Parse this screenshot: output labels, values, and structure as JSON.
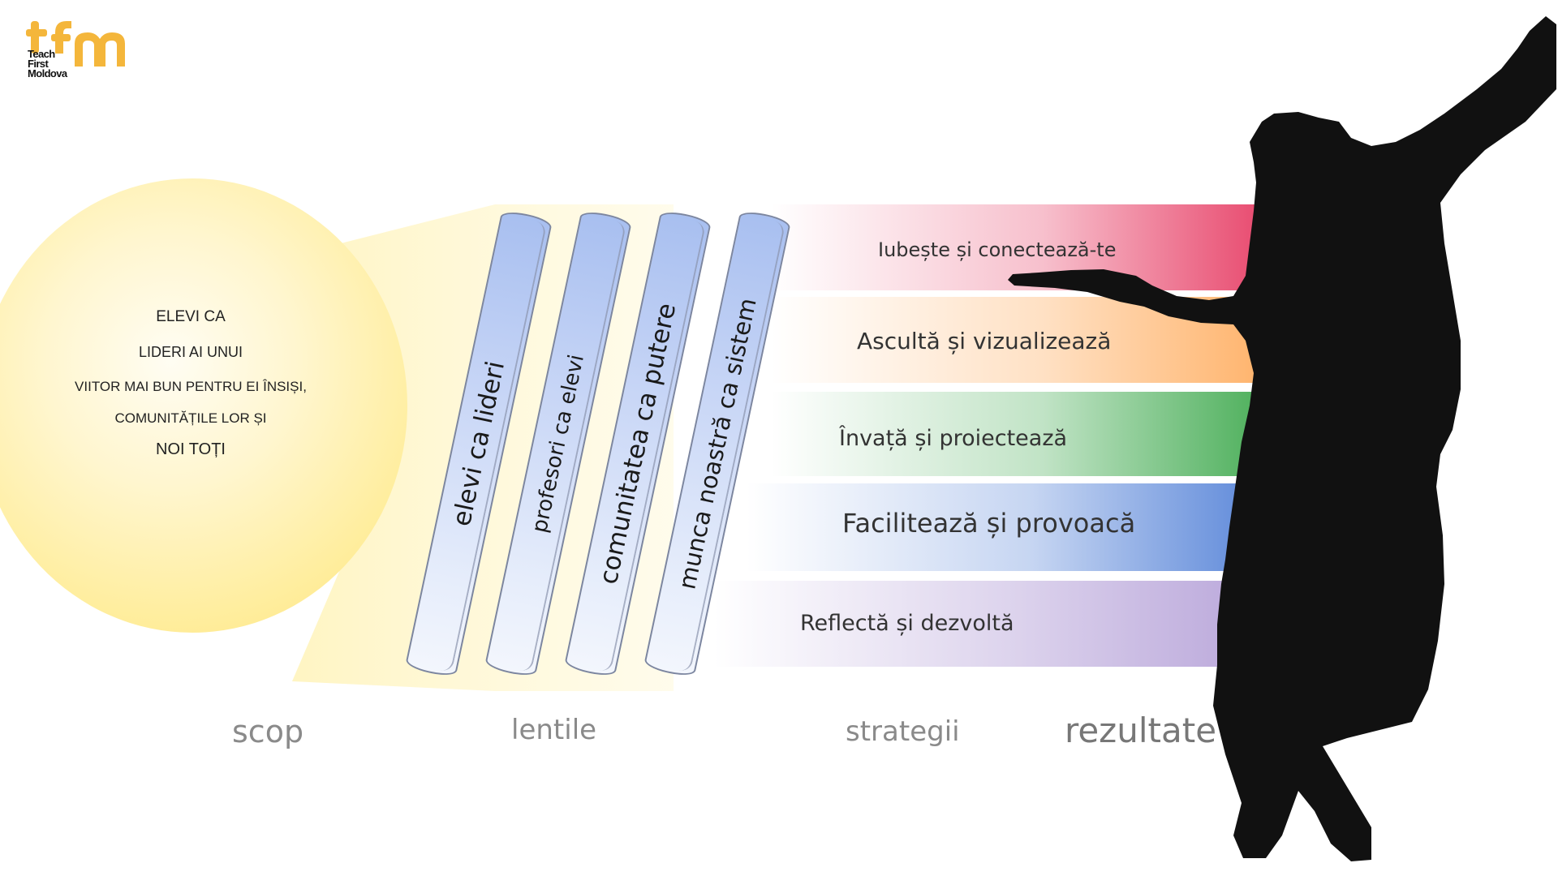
{
  "logo": {
    "wordmark": "tfm",
    "lines": [
      "Teach",
      "First",
      "Moldova"
    ],
    "color": "#f4b63b"
  },
  "purpose": {
    "lines": [
      "ELEVI CA",
      "LIDERI AI UNUI",
      "VIITOR MAI BUN PENTRU EI ÎNSIȘI,",
      "COMUNITĂȚILE LOR ȘI",
      "NOI TOȚI"
    ]
  },
  "lenses": [
    "elevi ca lideri",
    "profesori ca elevi",
    "comunitatea ca putere",
    "munca noastră ca sistem"
  ],
  "strategies": [
    {
      "label": "Iubește și conectează-te",
      "color": "#e8496e"
    },
    {
      "label": "Ascultă și vizualizează",
      "color": "#ffb36b"
    },
    {
      "label": "Învață și proiectează",
      "color": "#4caf5a"
    },
    {
      "label": "Facilitează și provoacă",
      "color": "#5b87d9"
    },
    {
      "label": "Reflectă și dezvoltă",
      "color": "#b9a6da"
    }
  ],
  "columns": {
    "scope": "scop",
    "lenses": "lentile",
    "strategies": "strategii",
    "results": "rezultate"
  },
  "colors": {
    "sun": "#ffe57a",
    "lens": "#a8bff0",
    "silhouette": "#111111",
    "muted_text": "#8a8a8a"
  }
}
